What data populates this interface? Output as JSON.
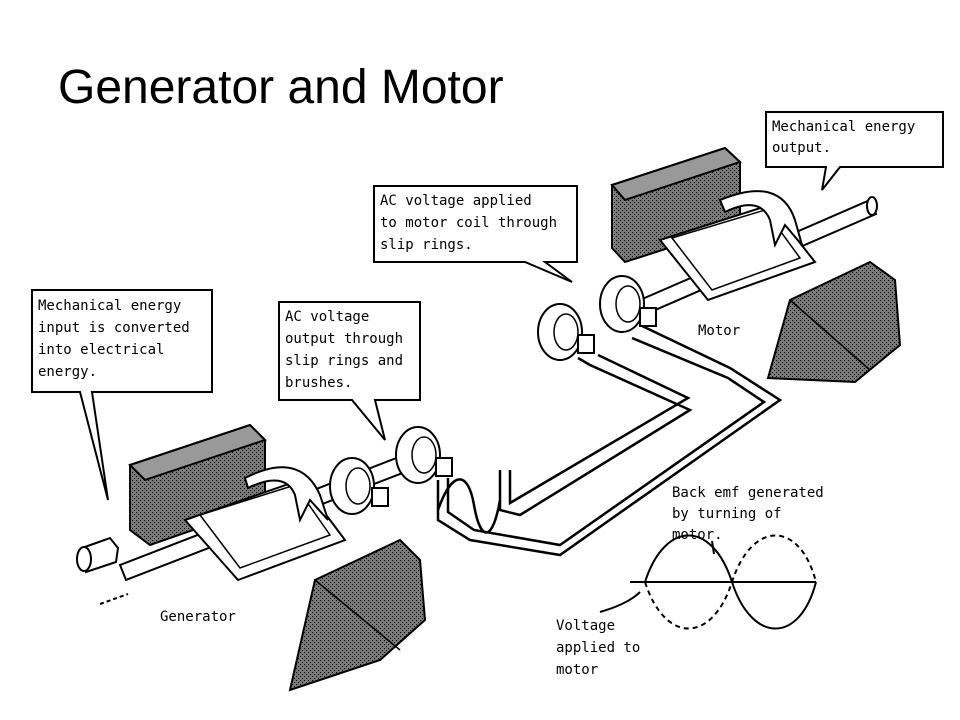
{
  "title": "Generator and Motor",
  "callouts": {
    "mechanical_output": [
      "Mechanical energy",
      "output."
    ],
    "ac_applied": [
      "AC voltage applied",
      "to motor coil through",
      "slip rings."
    ],
    "mechanical_input": [
      "Mechanical energy",
      "input is converted",
      "into electrical",
      "energy."
    ],
    "ac_output": [
      "AC voltage",
      "output through",
      "slip rings and",
      "brushes."
    ]
  },
  "labels": {
    "generator": "Generator",
    "motor": "Motor",
    "back_emf": [
      "Back emf generated",
      "by turning of",
      "motor."
    ],
    "voltage_applied": [
      "Voltage",
      "applied to",
      "motor"
    ]
  },
  "colors": {
    "stipple": "#555555",
    "ink": "#000000",
    "paper": "#ffffff"
  }
}
